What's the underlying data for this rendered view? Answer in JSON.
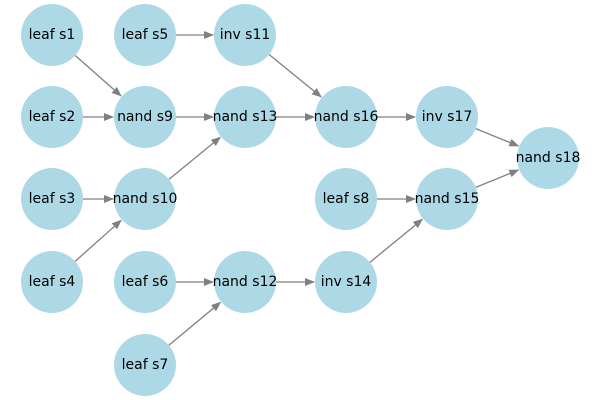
{
  "nodes": [
    {
      "id": "s1",
      "label": "leaf s1"
    },
    {
      "id": "s2",
      "label": "leaf s2"
    },
    {
      "id": "s3",
      "label": "leaf s3"
    },
    {
      "id": "s4",
      "label": "leaf s4"
    },
    {
      "id": "s5",
      "label": "leaf s5"
    },
    {
      "id": "s6",
      "label": "leaf s6"
    },
    {
      "id": "s7",
      "label": "leaf s7"
    },
    {
      "id": "s8",
      "label": "leaf s8"
    },
    {
      "id": "s9",
      "label": "nand s9"
    },
    {
      "id": "s10",
      "label": "nand s10"
    },
    {
      "id": "s11",
      "label": "inv s11"
    },
    {
      "id": "s12",
      "label": "nand s12"
    },
    {
      "id": "s13",
      "label": "nand s13"
    },
    {
      "id": "s14",
      "label": "inv s14"
    },
    {
      "id": "s15",
      "label": "nand s15"
    },
    {
      "id": "s16",
      "label": "nand s16"
    },
    {
      "id": "s17",
      "label": "inv s17"
    },
    {
      "id": "s18",
      "label": "nand s18"
    }
  ],
  "edges": [
    {
      "from": "s1",
      "to": "s9"
    },
    {
      "from": "s2",
      "to": "s9"
    },
    {
      "from": "s3",
      "to": "s10"
    },
    {
      "from": "s4",
      "to": "s10"
    },
    {
      "from": "s5",
      "to": "s11"
    },
    {
      "from": "s9",
      "to": "s13"
    },
    {
      "from": "s10",
      "to": "s13"
    },
    {
      "from": "s6",
      "to": "s12"
    },
    {
      "from": "s7",
      "to": "s12"
    },
    {
      "from": "s11",
      "to": "s16"
    },
    {
      "from": "s13",
      "to": "s16"
    },
    {
      "from": "s12",
      "to": "s14"
    },
    {
      "from": "s8",
      "to": "s15"
    },
    {
      "from": "s14",
      "to": "s15"
    },
    {
      "from": "s16",
      "to": "s17"
    },
    {
      "from": "s17",
      "to": "s18"
    },
    {
      "from": "s15",
      "to": "s18"
    }
  ],
  "colors": {
    "node_fill": "#add8e6",
    "edge": "#808080",
    "label": "#000000"
  }
}
